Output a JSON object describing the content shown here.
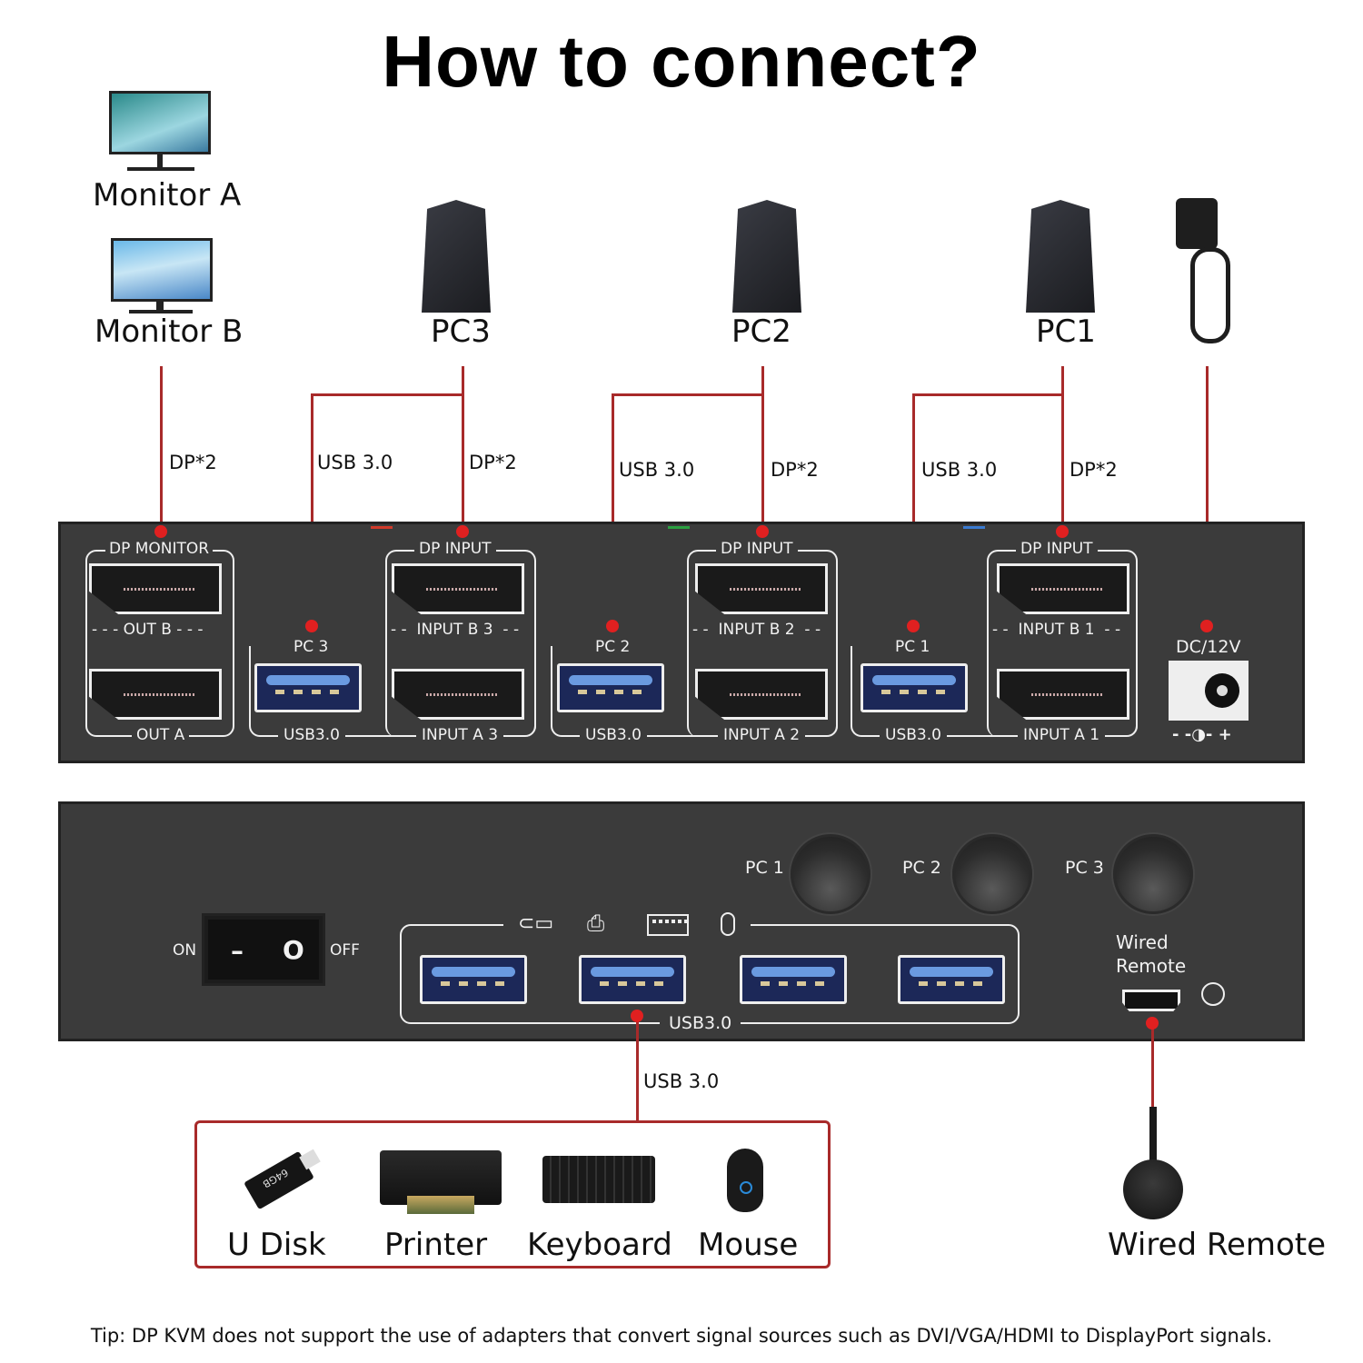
{
  "title": "How to connect?",
  "devices": {
    "monitor_a": "Monitor A",
    "monitor_b": "Monitor B",
    "pc3": "PC3",
    "pc2": "PC2",
    "pc1": "PC1"
  },
  "cables": {
    "monitor": "DP*2",
    "pc3_usb": "USB 3.0",
    "pc3_dp": "DP*2",
    "pc2_usb": "USB 3.0",
    "pc2_dp": "DP*2",
    "pc1_usb": "USB 3.0",
    "pc1_dp": "DP*2",
    "peripherals": "USB 3.0"
  },
  "rear_panel": {
    "dp_monitor": "DP MONITOR",
    "out_b": "OUT B",
    "out_a": "OUT A",
    "groups": [
      {
        "pc": "PC 3",
        "dp_input": "DP INPUT",
        "input_b": "INPUT B 3",
        "input_a": "INPUT A 3",
        "usb": "USB3.0",
        "indicator_color": "#d03a2a"
      },
      {
        "pc": "PC 2",
        "dp_input": "DP INPUT",
        "input_b": "INPUT B 2",
        "input_a": "INPUT A 2",
        "usb": "USB3.0",
        "indicator_color": "#2aa040"
      },
      {
        "pc": "PC 1",
        "dp_input": "DP INPUT",
        "input_b": "INPUT B 1",
        "input_a": "INPUT A 1",
        "usb": "USB3.0",
        "indicator_color": "#3a7ad0"
      }
    ],
    "power": "DC/12V",
    "polarity": "- -◑- +"
  },
  "front_panel": {
    "switch_on": "ON",
    "switch_off": "OFF",
    "switch_on_glyph": "–",
    "switch_off_glyph": "O",
    "buttons": [
      "PC 1",
      "PC 2",
      "PC 3"
    ],
    "usb_hub_label": "USB3.0",
    "usb_icons": [
      "usb-drive",
      "printer",
      "keyboard",
      "mouse"
    ],
    "remote_label_line1": "Wired",
    "remote_label_line2": "Remote"
  },
  "peripherals": [
    "U Disk",
    "Printer",
    "Keyboard",
    "Mouse"
  ],
  "usb_disk_text": "64GB",
  "wired_remote": "Wired Remote",
  "tip": "Tip: DP KVM does not support the use of adapters that convert signal sources such as DVI/VGA/HDMI to DisplayPort signals.",
  "colors": {
    "wire": "#a82a2a",
    "dot": "#e02020",
    "panel": "#3b3b3b"
  }
}
